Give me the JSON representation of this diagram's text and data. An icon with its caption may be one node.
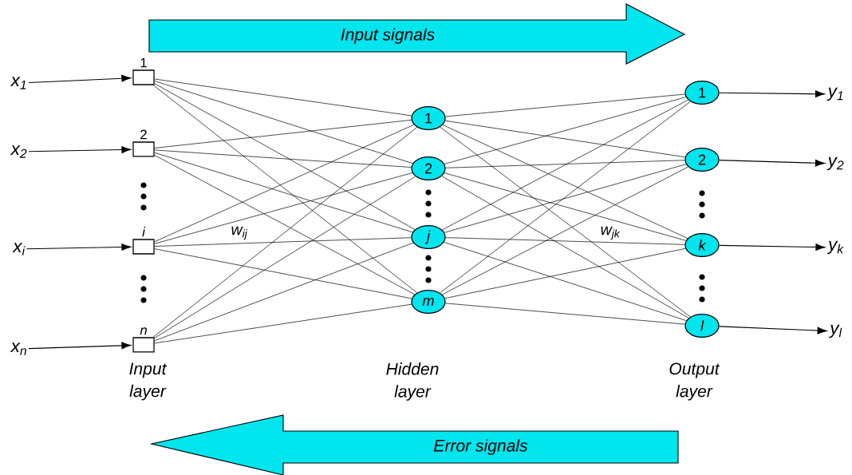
{
  "diagram": {
    "nodes": [
      {
        "text": [
          "x$_{1}$"
        ]
      },
      {
        "text": [
          "x$_{2}$"
        ]
      },
      {
        "text": [
          "x$_{i}$"
        ]
      },
      {
        "text": [
          "x$_{n}$"
        ]
      },
      {
        "text": [
          "1"
        ]
      },
      {
        "text": [
          "2"
        ]
      },
      {
        "text": [
          "i"
        ]
      },
      {
        "text": [
          "n"
        ]
      },
      {
        "text": [
          "1"
        ]
      },
      {
        "text": [
          "2"
        ]
      },
      {
        "text": [
          "j"
        ]
      },
      {
        "text": [
          "m"
        ]
      },
      {
        "text": [
          "1"
        ]
      },
      {
        "text": [
          "2"
        ]
      },
      {
        "text": [
          "k"
        ]
      },
      {
        "text": [
          "l"
        ]
      },
      {
        "text": [
          "y$_{1}$"
        ]
      },
      {
        "text": [
          "y$_{2}$"
        ]
      },
      {
        "text": [
          "y$_{k}$"
        ]
      },
      {
        "text": [
          "y$_{l}$"
        ]
      },
      {
        "text": [
          "Input signals"
        ]
      },
      {
        "text": [
          "Error signals"
        ]
      }
    ],
    "edges": [
      {
        "from": 0,
        "to": 4,
        "arrow": "to"
      },
      {
        "from": 1,
        "to": 5,
        "arrow": "to"
      },
      {
        "from": 2,
        "to": 6,
        "arrow": "to"
      },
      {
        "from": 3,
        "to": 7,
        "arrow": "to"
      },
      {
        "from": 4,
        "to": 8,
        "arrow": "none"
      },
      {
        "from": 4,
        "to": 9,
        "arrow": "none"
      },
      {
        "from": 4,
        "to": 10,
        "arrow": "none"
      },
      {
        "from": 4,
        "to": 11,
        "arrow": "none"
      },
      {
        "from": 5,
        "to": 8,
        "arrow": "none"
      },
      {
        "from": 5,
        "to": 9,
        "arrow": "none"
      },
      {
        "from": 5,
        "to": 10,
        "arrow": "none"
      },
      {
        "from": 5,
        "to": 11,
        "arrow": "none"
      },
      {
        "from": 6,
        "to": 8,
        "arrow": "none"
      },
      {
        "from": 6,
        "to": 9,
        "arrow": "none"
      },
      {
        "from": 6,
        "to": 10,
        "arrow": "none"
      },
      {
        "from": 6,
        "to": 11,
        "arrow": "none"
      },
      {
        "from": 7,
        "to": 8,
        "arrow": "none"
      },
      {
        "from": 7,
        "to": 9,
        "arrow": "none"
      },
      {
        "from": 7,
        "to": 10,
        "arrow": "none"
      },
      {
        "from": 7,
        "to": 11,
        "arrow": "none"
      },
      {
        "from": 8,
        "to": 12,
        "arrow": "none"
      },
      {
        "from": 8,
        "to": 13,
        "arrow": "none"
      },
      {
        "from": 8,
        "to": 14,
        "arrow": "none"
      },
      {
        "from": 8,
        "to": 15,
        "arrow": "none"
      },
      {
        "from": 9,
        "to": 12,
        "arrow": "none"
      },
      {
        "from": 9,
        "to": 13,
        "arrow": "none"
      },
      {
        "from": 9,
        "to": 14,
        "arrow": "none"
      },
      {
        "from": 9,
        "to": 15,
        "arrow": "none"
      },
      {
        "from": 10,
        "to": 12,
        "arrow": "none"
      },
      {
        "from": 10,
        "to": 13,
        "arrow": "none"
      },
      {
        "from": 10,
        "to": 14,
        "arrow": "none"
      },
      {
        "from": 10,
        "to": 15,
        "arrow": "none"
      },
      {
        "from": 11,
        "to": 12,
        "arrow": "none"
      },
      {
        "from": 11,
        "to": 13,
        "arrow": "none"
      },
      {
        "from": 11,
        "to": 14,
        "arrow": "none"
      },
      {
        "from": 11,
        "to": 15,
        "arrow": "none"
      },
      {
        "from": 12,
        "to": 16,
        "arrow": "to"
      },
      {
        "from": 13,
        "to": 17,
        "arrow": "to"
      },
      {
        "from": 14,
        "to": 18,
        "arrow": "to"
      },
      {
        "from": 15,
        "to": 19,
        "arrow": "to"
      }
    ],
    "labels": [
      "w$_{ij}$",
      "w$_{jk}$",
      "Input layer",
      "Hidden layer",
      "Output layer"
    ]
  }
}
